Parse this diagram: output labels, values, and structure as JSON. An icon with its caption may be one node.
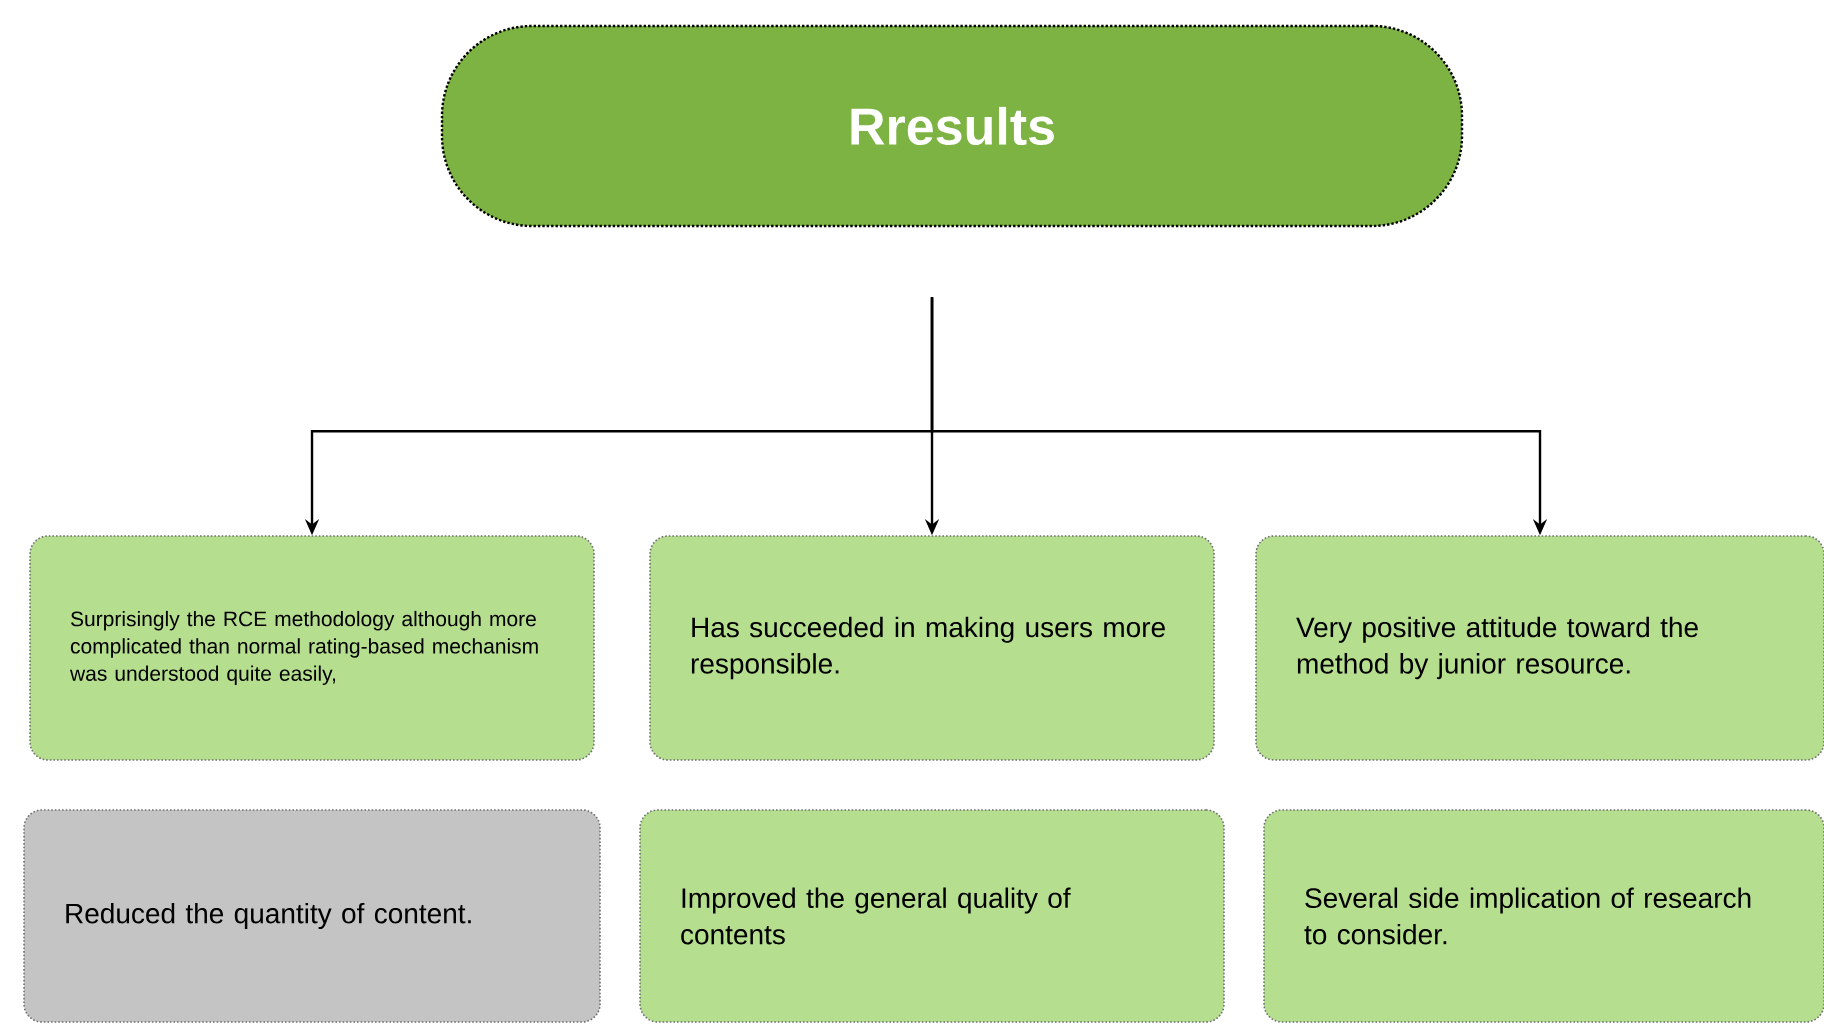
{
  "diagram": {
    "nodes": [
      {
        "text": [
          "Rresults"
        ]
      },
      {
        "text": [
          "Surprisingly the RCE methodology although more complicated than normal rating-based mechanism was understood quite easily,"
        ]
      },
      {
        "text": [
          "Has succeeded in making users more responsible."
        ]
      },
      {
        "text": [
          "Very positive attitude toward the method by junior resource."
        ]
      },
      {
        "text": [
          "Reduced the quantity of content."
        ]
      },
      {
        "text": [
          "Improved the general quality of contents"
        ]
      },
      {
        "text": [
          "Several side implication of research to consider."
        ]
      }
    ],
    "edges": [
      {
        "from": 0,
        "to": 1,
        "arrow": "to"
      },
      {
        "from": 0,
        "to": 2,
        "arrow": "to"
      },
      {
        "from": 0,
        "to": 3,
        "arrow": "to"
      }
    ]
  }
}
